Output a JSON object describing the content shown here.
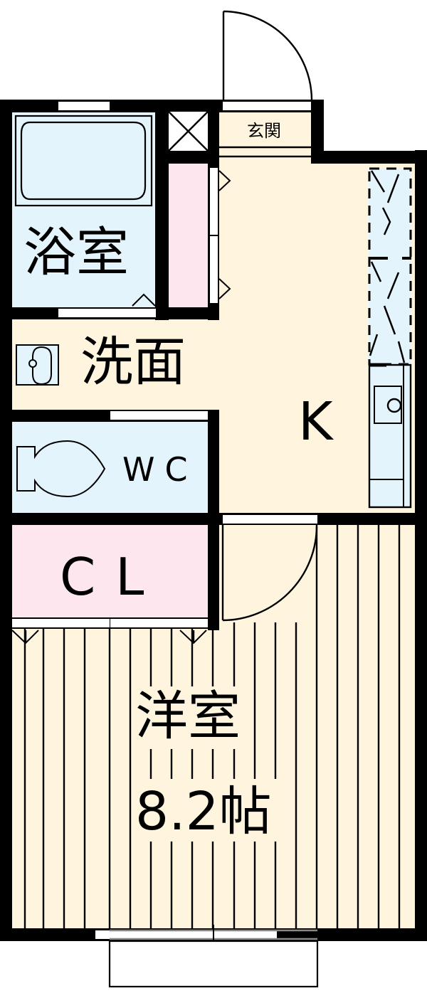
{
  "floorplan": {
    "colors": {
      "wall": "#000000",
      "floor_living": "#FFF5DF",
      "floor_wet": "#E4F4FD",
      "floor_storage": "#FDE6EE",
      "opening": "#FFFFFF"
    },
    "rooms": {
      "entrance": {
        "label": "玄関"
      },
      "bathroom": {
        "label": "浴室"
      },
      "washroom": {
        "label": "洗面"
      },
      "toilet": {
        "label": "WC"
      },
      "closet": {
        "label": "CL"
      },
      "kitchen": {
        "label": "K"
      },
      "western_room": {
        "label": "洋室",
        "size": "8.2帖"
      }
    },
    "fixtures": [
      "bathtub",
      "ventilation-shaft",
      "storage-cabinet",
      "wash-basin",
      "toilet-bowl",
      "kitchen-sink",
      "kitchen-cupboard",
      "entry-door",
      "room-door",
      "balcony-window"
    ]
  }
}
